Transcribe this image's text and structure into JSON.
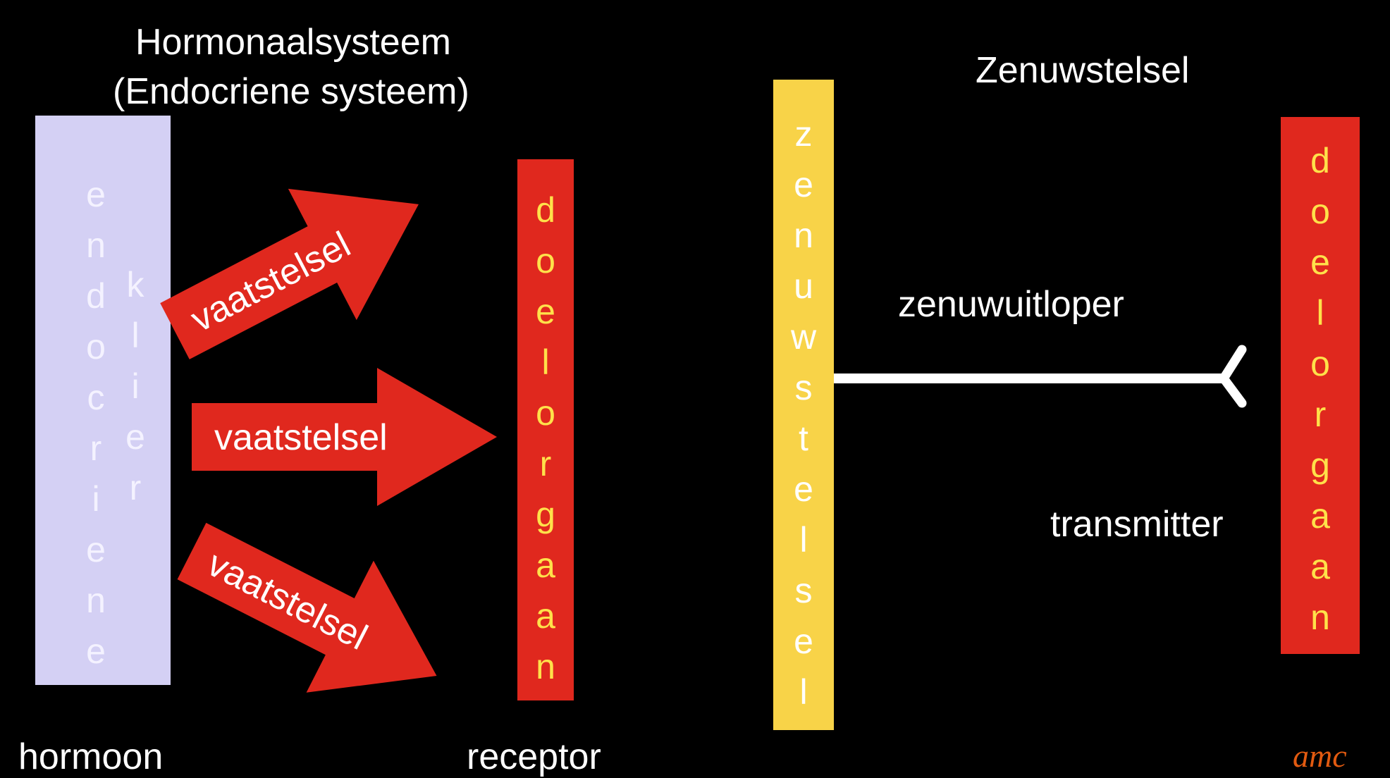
{
  "hormonal": {
    "title_line1": "Hormonaalsysteem",
    "title_line2": "(Endocriene systeem)",
    "gland_word1": "endocriene",
    "gland_word2": "klier",
    "arrow_label_top": "vaatstelsel",
    "arrow_label_mid": "vaatstelsel",
    "arrow_label_bottom": "vaatstelsel",
    "target_organ": "doelorgaan",
    "hormone_label": "hormoon",
    "receptor_label": "receptor"
  },
  "nervous": {
    "title": "Zenuwstelsel",
    "nerve_bar": "zenuwstelsel",
    "axon_label": "zenuwuitloper",
    "transmitter_label": "transmitter",
    "target_organ": "doelorgaan"
  },
  "logo": {
    "text": "amc"
  },
  "colors": {
    "background": "#000000",
    "gland": "#d4d0f4",
    "gland_text": "#f4f2ff",
    "arrow": "#e0281e",
    "organ": "#e0281e",
    "organ_text": "#ffe14a",
    "nerve": "#f8d348",
    "nerve_text": "#ffffff",
    "axon": "#ffffff",
    "logo": "#e25a10"
  }
}
